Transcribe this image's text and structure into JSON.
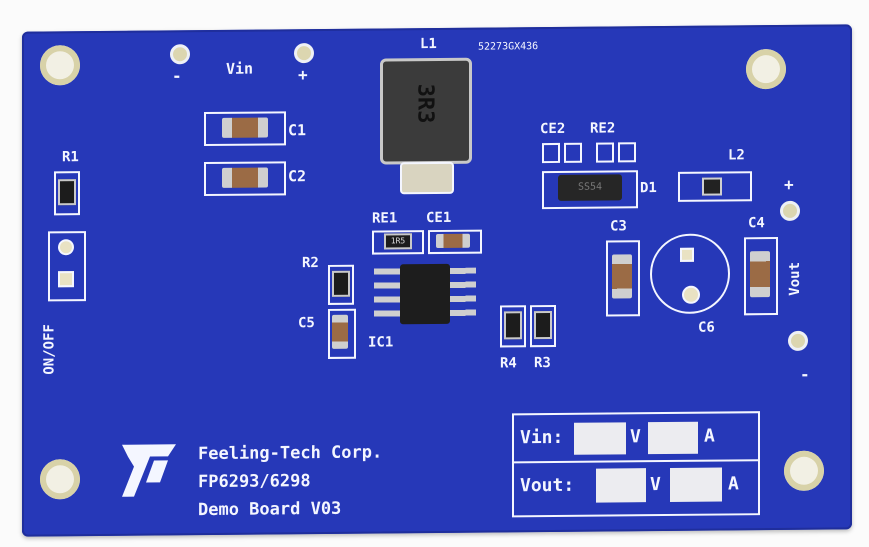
{
  "board": {
    "serial": "52273GX436",
    "inductor_ref": "L1",
    "inductor_marking": "3R3",
    "vin_label": "Vin",
    "vin_minus": "-",
    "vin_plus": "+",
    "vout_label": "Vout",
    "vout_plus": "+",
    "vout_minus": "-",
    "on_off": "ON/OFF",
    "refs": {
      "c1": "C1",
      "c2": "C2",
      "c3": "C3",
      "c4": "C4",
      "c5": "C5",
      "c6": "C6",
      "r1": "R1",
      "r2": "R2",
      "r3": "R3",
      "r4": "R4",
      "re1": "RE1",
      "re2": "RE2",
      "ce1": "CE1",
      "ce2": "CE2",
      "l2": "L2",
      "d1": "D1",
      "ic1": "IC1"
    },
    "diode_marking": "SS54",
    "re1_marking": "1R5",
    "company": "Feeling-Tech Corp.",
    "part": "FP6293/6298",
    "revision": "Demo Board V03",
    "table": {
      "vin": "Vin:",
      "vout": "Vout:",
      "v": "V",
      "a": "A"
    }
  }
}
